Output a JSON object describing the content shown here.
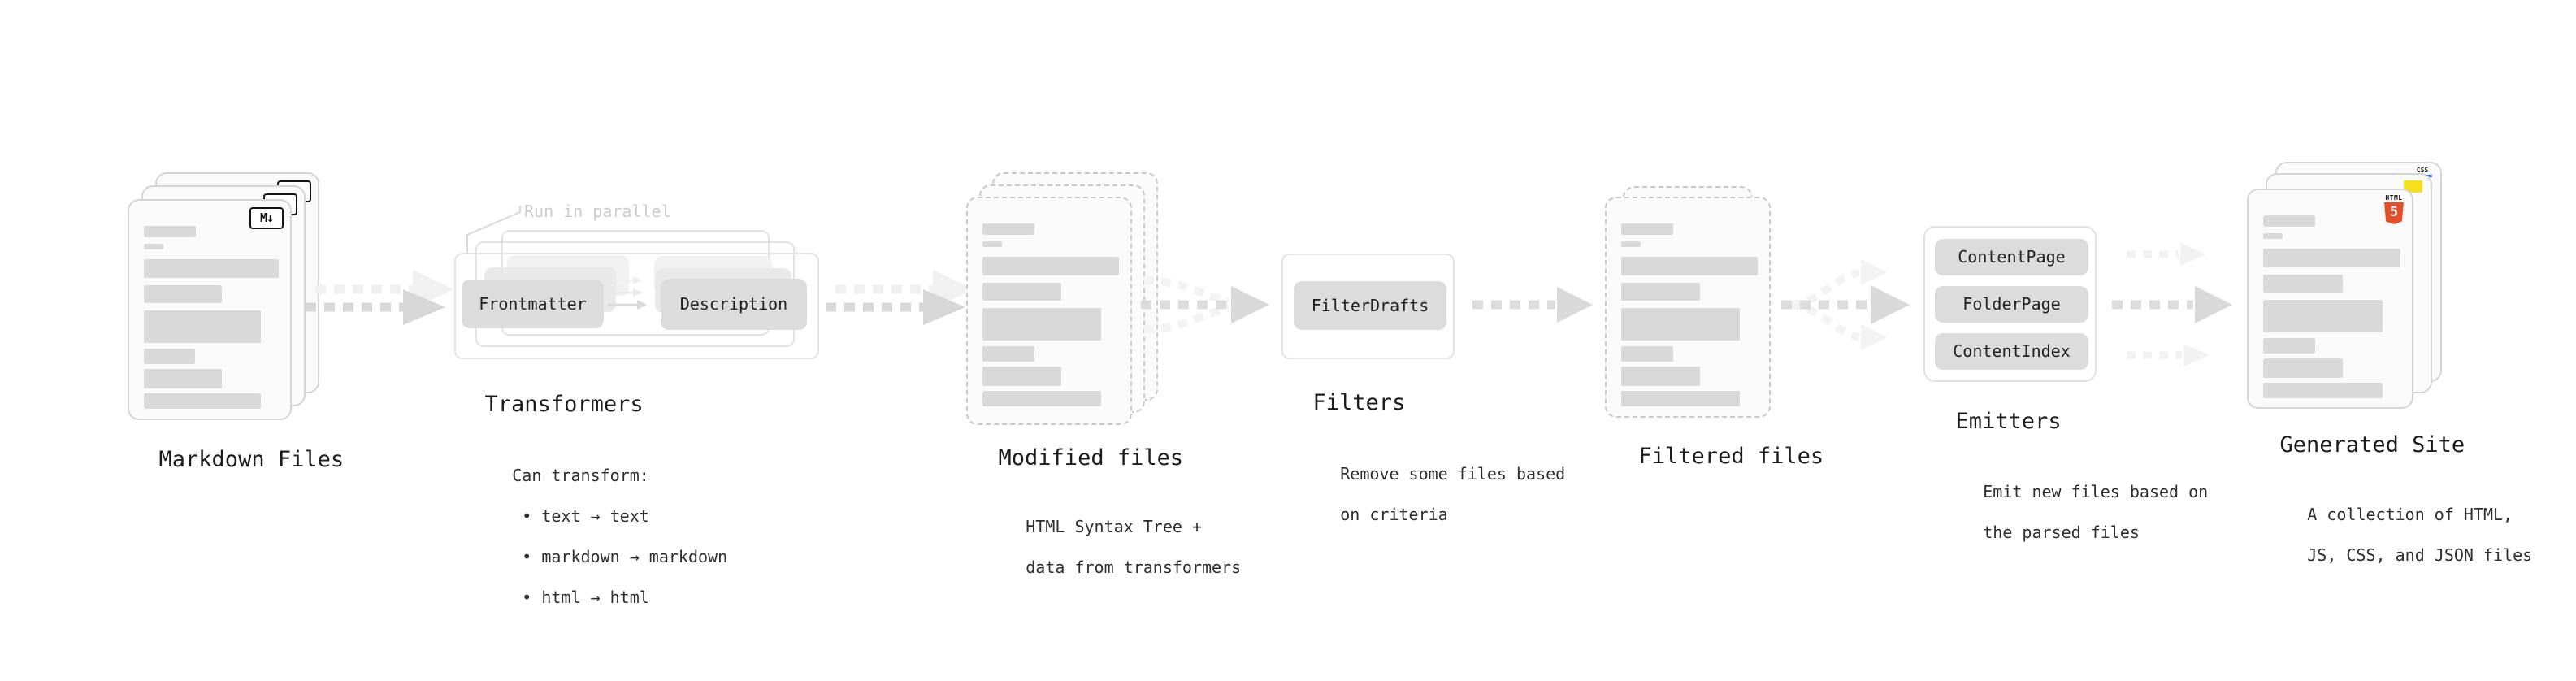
{
  "colors": {
    "canvas_bg": "#ffffff",
    "card_border": "#d5d5d5",
    "card_fill": "#fafafa",
    "placeholder_bar": "#d9d9d9",
    "pill_fill": "#dcdcdc",
    "arrow_gray": "#d7d7d7",
    "arrow_light": "#f2f2f2",
    "html5_orange": "#e84e28",
    "js_yellow": "#f7df1e",
    "css_blue": "#2b6bf3"
  },
  "nodes": {
    "markdown": {
      "title": "Markdown Files",
      "badge": "M↓"
    },
    "transformers": {
      "title": "Transformers",
      "annotation": "Run in parallel",
      "pills": [
        "Frontmatter",
        "Description"
      ],
      "desc_intro": "Can transform:",
      "bullets": [
        "• text → text",
        "• markdown → markdown",
        "• html → html"
      ]
    },
    "modified": {
      "title": "Modified files",
      "desc": [
        "HTML Syntax Tree +",
        "data from transformers"
      ]
    },
    "filters": {
      "title": "Filters",
      "pills": [
        "FilterDrafts"
      ],
      "desc": [
        "Remove some files based",
        "on criteria"
      ]
    },
    "filtered": {
      "title": "Filtered files"
    },
    "emitters": {
      "title": "Emitters",
      "pills": [
        "ContentPage",
        "FolderPage",
        "ContentIndex"
      ],
      "desc": [
        "Emit new files based on",
        "the parsed files"
      ]
    },
    "generated": {
      "title": "Generated Site",
      "badges": {
        "html_label": "HTML",
        "html_number": "5",
        "css_label": "CSS"
      },
      "desc": [
        "A collection of HTML,",
        "JS, CSS, and JSON files"
      ]
    }
  }
}
